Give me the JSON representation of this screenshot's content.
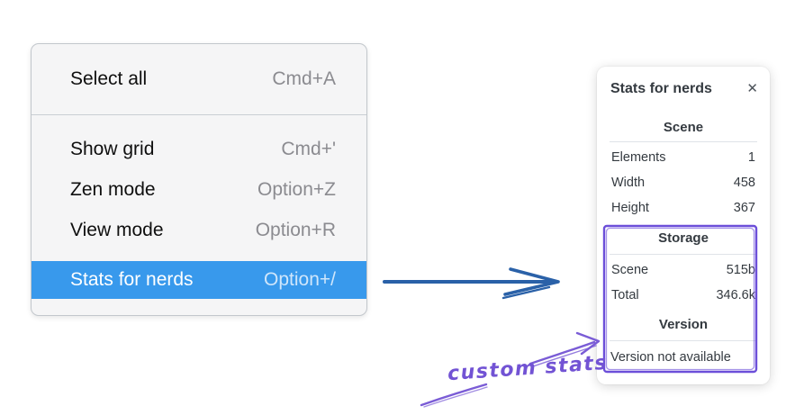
{
  "context_menu": {
    "sections": [
      {
        "items": [
          {
            "label": "Select all",
            "shortcut": "Cmd+A",
            "selected": false
          }
        ]
      },
      {
        "items": [
          {
            "label": "Show grid",
            "shortcut": "Cmd+'",
            "selected": false
          },
          {
            "label": "Zen mode",
            "shortcut": "Option+Z",
            "selected": false
          },
          {
            "label": "View mode",
            "shortcut": "Option+R",
            "selected": false
          },
          {
            "label": "Stats for nerds",
            "shortcut": "Option+/",
            "selected": true
          }
        ]
      }
    ]
  },
  "stats_panel": {
    "title": "Stats for nerds",
    "close_icon": "✕",
    "sections": [
      {
        "heading": "Scene",
        "rows": [
          {
            "label": "Elements",
            "value": "1"
          },
          {
            "label": "Width",
            "value": "458"
          },
          {
            "label": "Height",
            "value": "367"
          }
        ]
      },
      {
        "heading": "Storage",
        "rows": [
          {
            "label": "Scene",
            "value": "515b"
          },
          {
            "label": "Total",
            "value": "346.6k"
          }
        ]
      },
      {
        "heading": "Version",
        "note": "Version not available"
      }
    ]
  },
  "annotation": {
    "label": "custom stats",
    "stroke_color": "#7a5cd6",
    "box_color": "#6c4fd9"
  },
  "flow_arrow": {
    "color": "#2a61a8"
  },
  "colors": {
    "selection_blue": "#3899ec",
    "menu_background": "#f5f5f6",
    "panel_text": "#343a40"
  }
}
